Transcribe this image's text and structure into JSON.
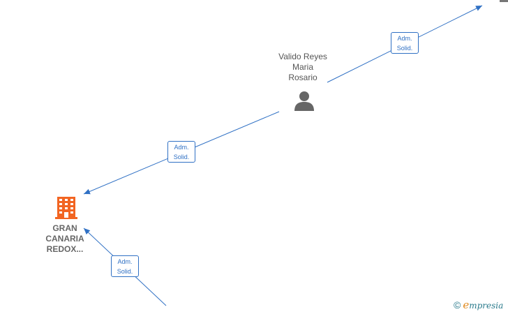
{
  "nodes": {
    "person": {
      "name_lines": [
        "Valido Reyes",
        "Maria",
        "Rosario"
      ],
      "icon": "person-icon",
      "color": "#666666"
    },
    "company": {
      "name_lines": [
        "GRAN",
        "CANARIA",
        "REDOX..."
      ],
      "icon": "building-icon",
      "color": "#f26522"
    }
  },
  "edges": [
    {
      "id": "edge-top",
      "line1": "Adm.",
      "line2": "Solid."
    },
    {
      "id": "edge-middle",
      "line1": "Adm.",
      "line2": "Solid."
    },
    {
      "id": "edge-bottom",
      "line1": "Adm.",
      "line2": "Solid."
    }
  ],
  "colors": {
    "edge": "#2f70c4"
  },
  "footer": {
    "copyright_symbol": "©",
    "brand_initial": "e",
    "brand_rest": "mpresia"
  }
}
